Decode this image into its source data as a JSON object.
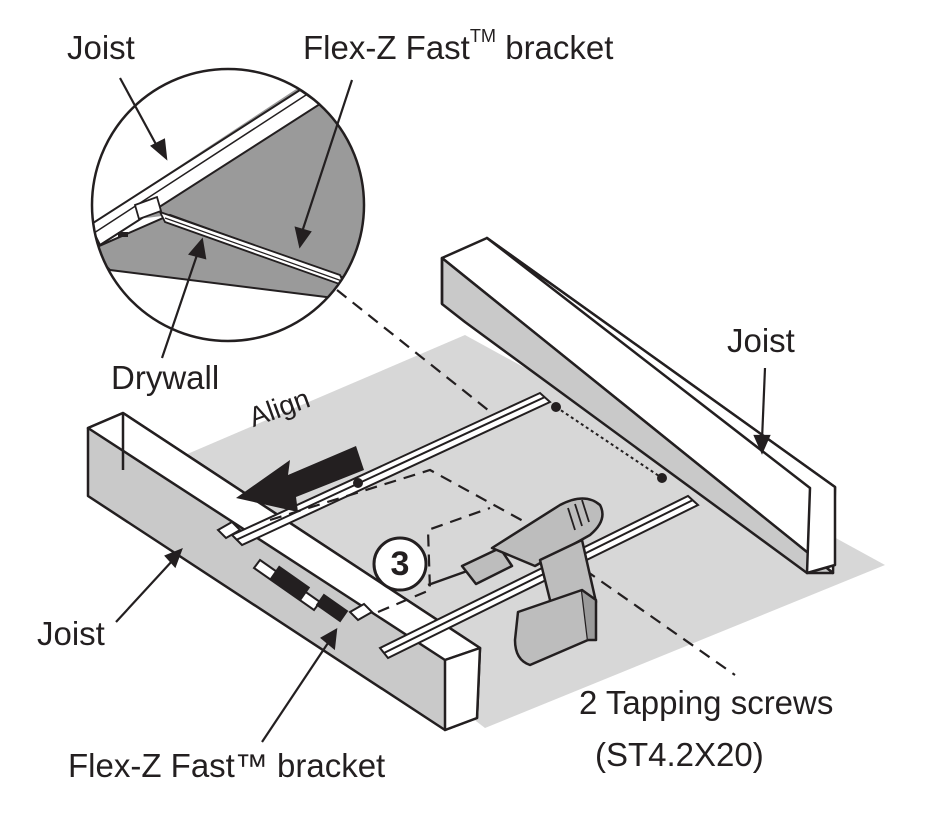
{
  "labels": {
    "joist_top": "Joist",
    "flex_top": "Flex-Z Fast",
    "flex_top_tm": "TM",
    "flex_top_suffix": " bracket",
    "joist_right": "Joist",
    "drywall": "Drywall",
    "joist_left": "Joist",
    "flex_bottom": "Flex-Z Fast™ bracket",
    "align": "Align",
    "step": "3",
    "screws": "2 Tapping screws",
    "screws_spec": "(ST4.2X20)"
  },
  "colors": {
    "ink": "#231f20",
    "drywall_gray": "#d7d7d7",
    "joist_side_gray": "#c9c9c9",
    "detail_gray": "#9a9a9a",
    "drill_gray": "#bdbdbd",
    "background": "#ffffff"
  },
  "icons": [
    "drill-icon",
    "align-arrow-icon"
  ]
}
